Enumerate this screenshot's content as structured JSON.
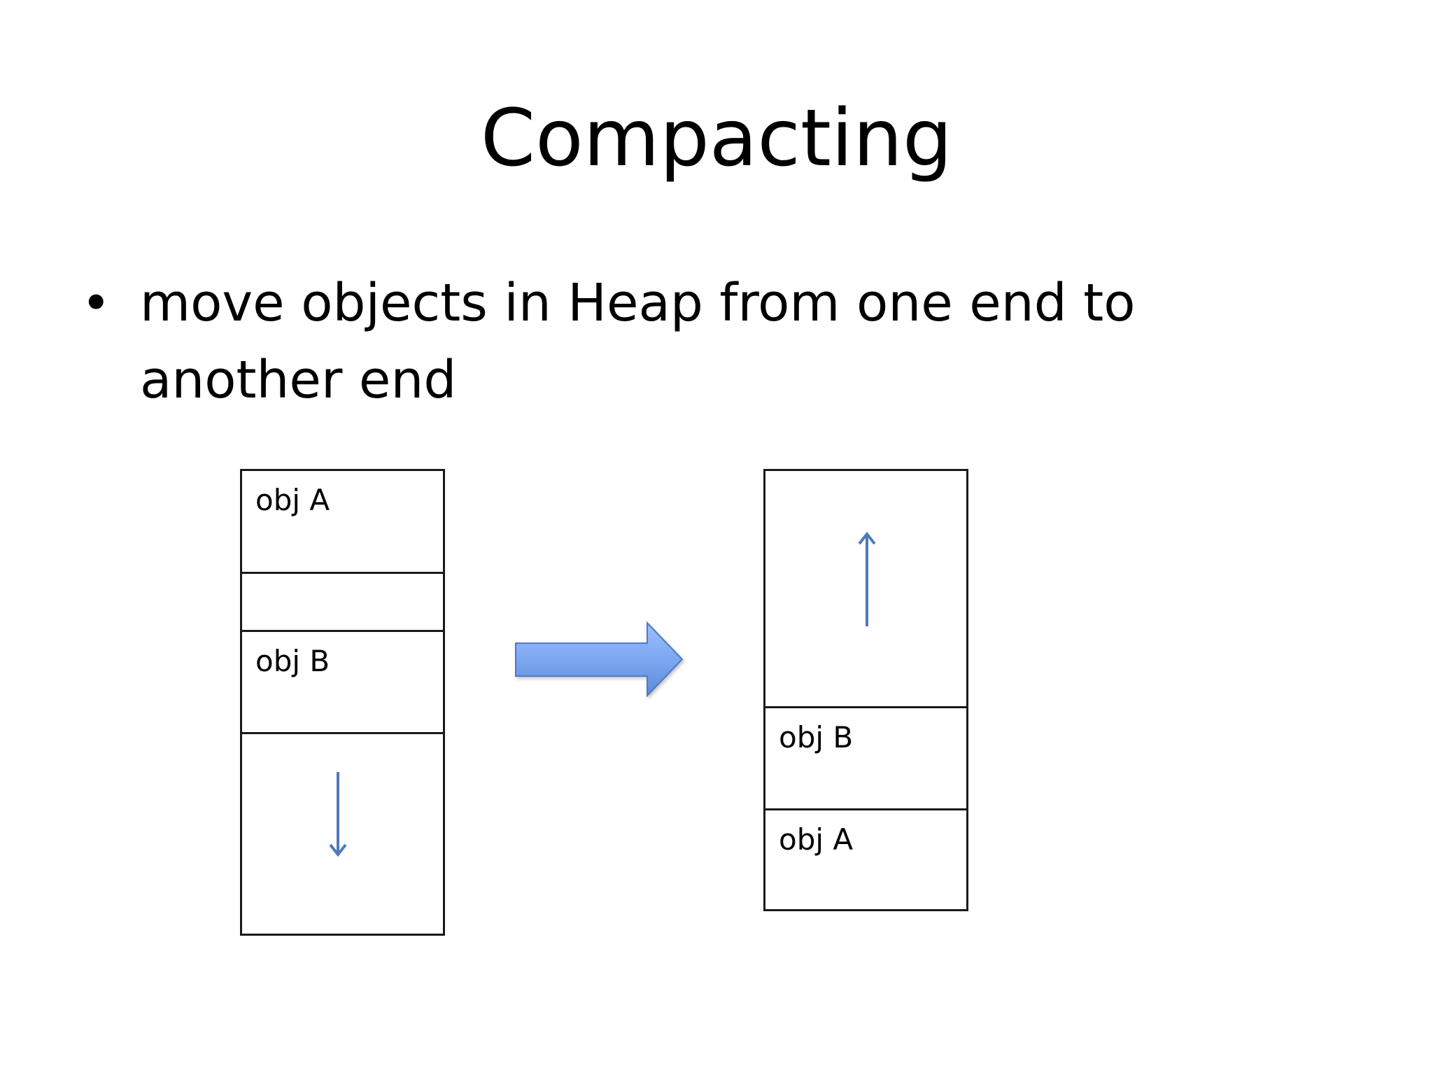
{
  "slide": {
    "title": "Compacting",
    "bullets": [
      "move objects in Heap from one end to another end"
    ]
  },
  "diagram": {
    "before_heap": {
      "cells": [
        {
          "label": "obj A",
          "kind": "object",
          "size_units": 2
        },
        {
          "label": "",
          "kind": "free",
          "size_units": 1
        },
        {
          "label": "obj B",
          "kind": "object",
          "size_units": 2
        },
        {
          "label": "",
          "kind": "free",
          "size_units": 4,
          "arrow": "down"
        }
      ]
    },
    "transition_arrow": {
      "direction": "right",
      "fill": "#6f9be8",
      "stroke": "#4f79c9"
    },
    "after_heap": {
      "cells": [
        {
          "label": "",
          "kind": "free",
          "size_units": 4.6,
          "arrow": "up"
        },
        {
          "label": "obj B",
          "kind": "object",
          "size_units": 2
        },
        {
          "label": "obj A",
          "kind": "object",
          "size_units": 2
        }
      ]
    },
    "colors": {
      "box_border": "#1a1a1a",
      "arrow": "#4f79b9"
    }
  }
}
